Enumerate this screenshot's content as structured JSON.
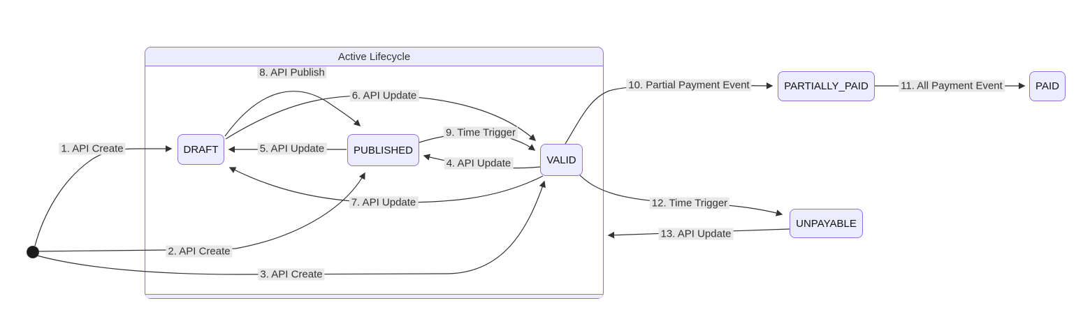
{
  "diagram": {
    "type": "state-diagram",
    "cluster": {
      "title": "Active Lifecycle"
    },
    "initial_state_marker": "filled-circle",
    "nodes": [
      {
        "id": "DRAFT",
        "label": "DRAFT"
      },
      {
        "id": "PUBLISHED",
        "label": "PUBLISHED"
      },
      {
        "id": "VALID",
        "label": "VALID"
      },
      {
        "id": "PARTIALLY_PAID",
        "label": "PARTIALLY_PAID"
      },
      {
        "id": "PAID",
        "label": "PAID"
      },
      {
        "id": "UNPAYABLE",
        "label": "UNPAYABLE"
      }
    ],
    "edges": [
      {
        "label": "1. API Create",
        "from": "[*]",
        "to": "DRAFT"
      },
      {
        "label": "2. API Create",
        "from": "[*]",
        "to": "PUBLISHED"
      },
      {
        "label": "3. API Create",
        "from": "[*]",
        "to": "VALID"
      },
      {
        "label": "4. API Update",
        "from": "VALID",
        "to": "PUBLISHED"
      },
      {
        "label": "5. API Update",
        "from": "PUBLISHED",
        "to": "DRAFT"
      },
      {
        "label": "6. API Update",
        "from": "DRAFT",
        "to": "VALID"
      },
      {
        "label": "7. API Update",
        "from": "VALID",
        "to": "DRAFT"
      },
      {
        "label": "8. API Publish",
        "from": "DRAFT",
        "to": "PUBLISHED"
      },
      {
        "label": "9. Time Trigger",
        "from": "PUBLISHED",
        "to": "VALID"
      },
      {
        "label": "10. Partial Payment Event",
        "from": "VALID",
        "to": "PARTIALLY_PAID"
      },
      {
        "label": "11. All Payment Event",
        "from": "PARTIALLY_PAID",
        "to": "PAID"
      },
      {
        "label": "12. Time Trigger",
        "from": "VALID",
        "to": "UNPAYABLE"
      },
      {
        "label": "13. API Update",
        "from": "UNPAYABLE",
        "to": "VALID"
      }
    ],
    "colors": {
      "node_fill": "#ECECFF",
      "node_border": "#9370DB",
      "cluster_border": "#9370DB",
      "edge_stroke": "#333333",
      "edge_label_bg": "#E8E8E8",
      "text": "#333333",
      "start_dot": "#1a1a1a"
    }
  }
}
